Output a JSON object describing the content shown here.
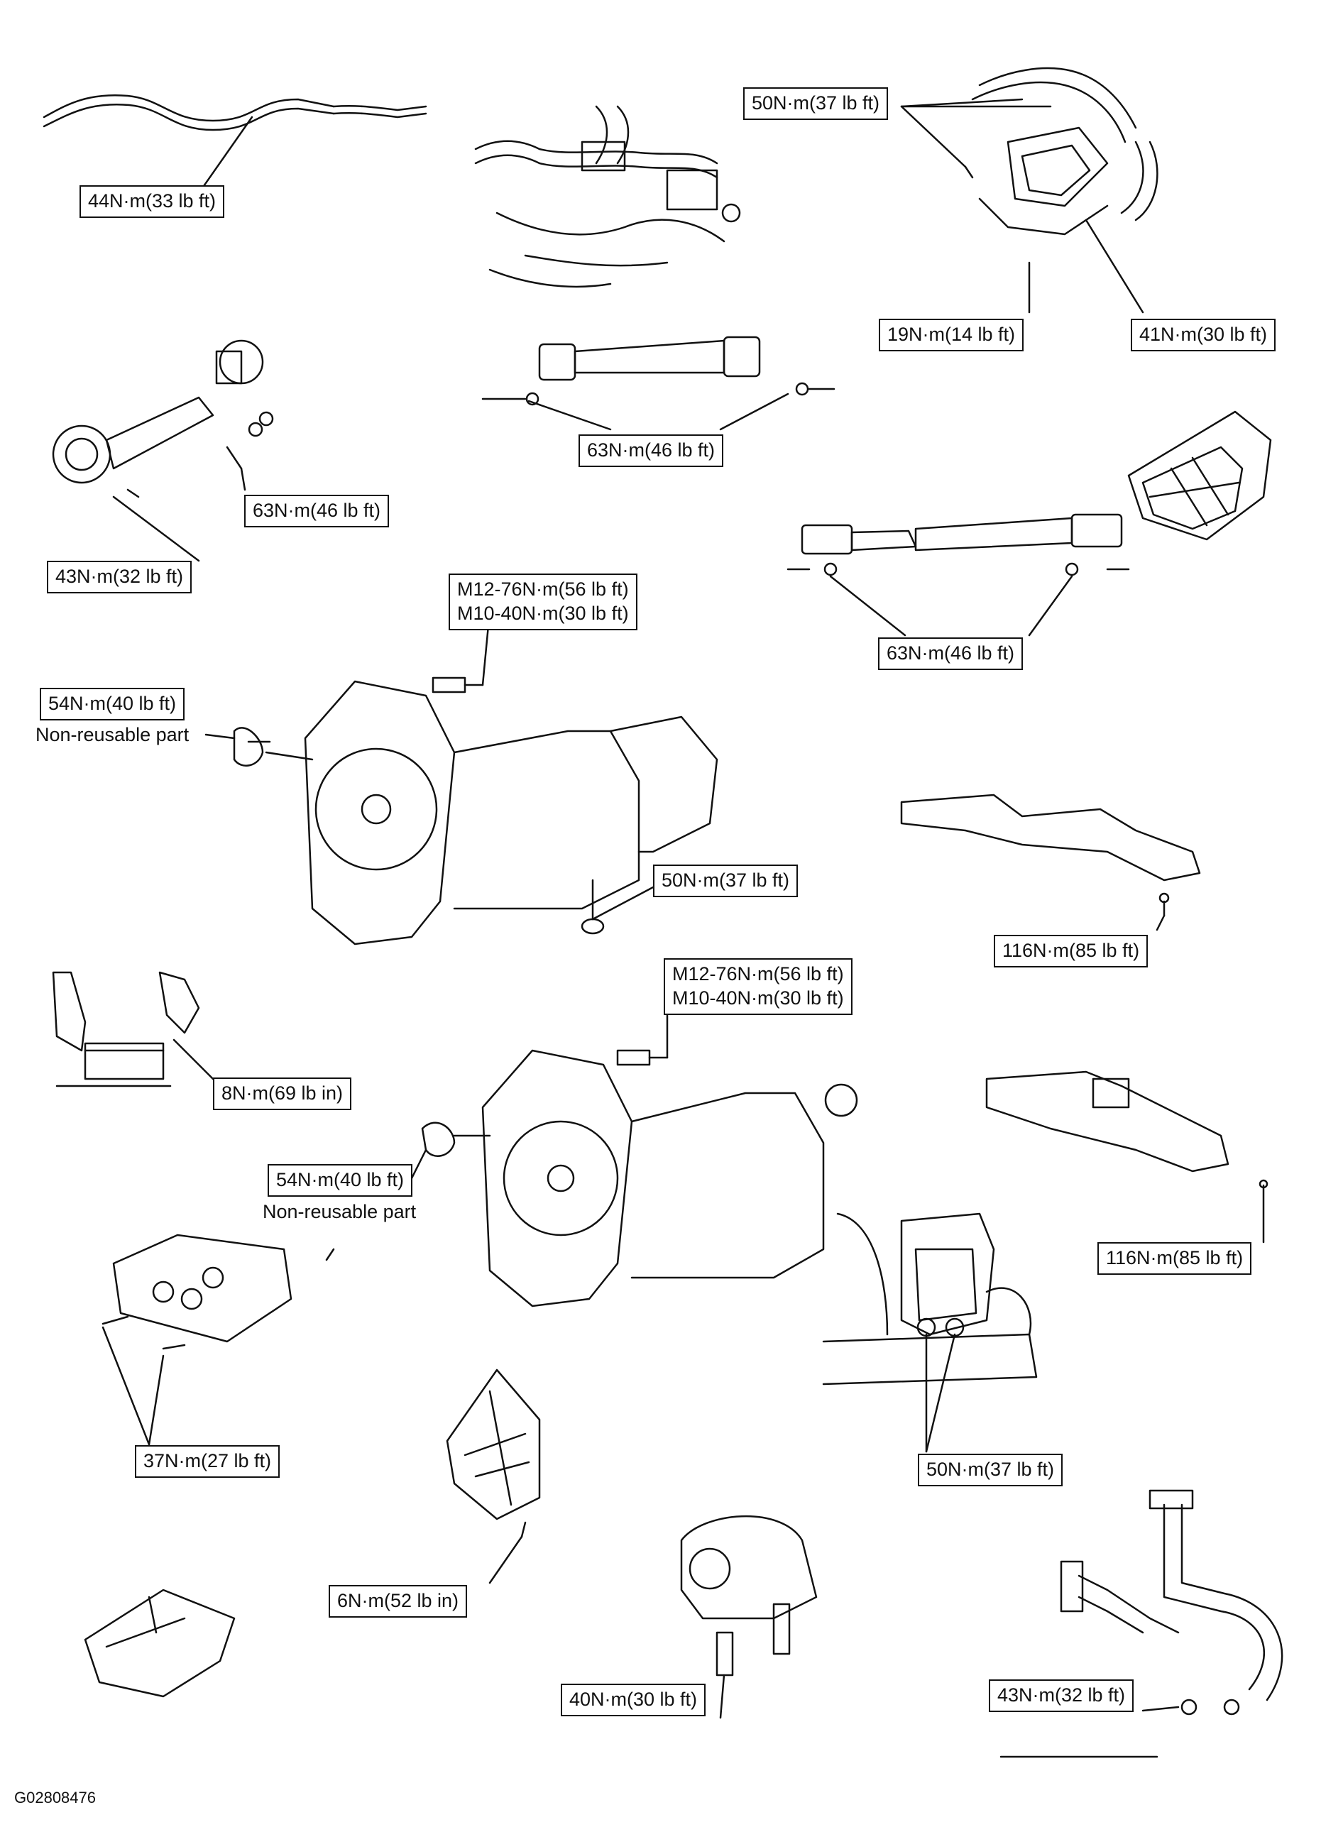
{
  "figure_id": "G02808476",
  "callouts": [
    {
      "id": "torque-44-fuel-line",
      "text": "44N·m(33 lb ft)"
    },
    {
      "id": "torque-50-bracket",
      "text": "50N·m(37 lb ft)"
    },
    {
      "id": "torque-19-bracket",
      "text": "19N·m(14 lb ft)"
    },
    {
      "id": "torque-41-bracket",
      "text": "41N·m(30 lb ft)"
    },
    {
      "id": "torque-63-driveshaft-top",
      "text": "63N·m(46 lb ft)"
    },
    {
      "id": "torque-63-front-axle",
      "text": "63N·m(46 lb ft)"
    },
    {
      "id": "torque-43-front-axle",
      "text": "43N·m(32 lb ft)"
    },
    {
      "id": "torque-63-rear-driveshaft",
      "text": "63N·m(46 lb ft)"
    },
    {
      "id": "torque-bolt-upper-1",
      "lines": [
        "M12-76N·m(56 lb ft)",
        "M10-40N·m(30 lb ft)"
      ]
    },
    {
      "id": "torque-54-upper",
      "text": "54N·m(40 lb ft)"
    },
    {
      "id": "torque-50-upper-trans",
      "text": "50N·m(37 lb ft)"
    },
    {
      "id": "torque-116-upper",
      "text": "116N·m(85 lb ft)"
    },
    {
      "id": "torque-bolt-upper-2",
      "lines": [
        "M12-76N·m(56 lb ft)",
        "M10-40N·m(30 lb ft)"
      ]
    },
    {
      "id": "torque-8-bracket",
      "text": "8N·m(69 lb in)"
    },
    {
      "id": "torque-54-lower",
      "text": "54N·m(40 lb ft)"
    },
    {
      "id": "torque-116-lower",
      "text": "116N·m(85 lb ft)"
    },
    {
      "id": "torque-37-skid",
      "text": "37N·m(27 lb ft)"
    },
    {
      "id": "torque-50-mount",
      "text": "50N·m(37 lb ft)"
    },
    {
      "id": "torque-6-shield",
      "text": "6N·m(52 lb in)"
    },
    {
      "id": "torque-40-transfer",
      "text": "40N·m(30 lb ft)"
    },
    {
      "id": "torque-43-exhaust",
      "text": "43N·m(32 lb ft)"
    }
  ],
  "notes": {
    "non_reusable_upper": "Non-reusable part",
    "non_reusable_lower": "Non-reusable part"
  }
}
